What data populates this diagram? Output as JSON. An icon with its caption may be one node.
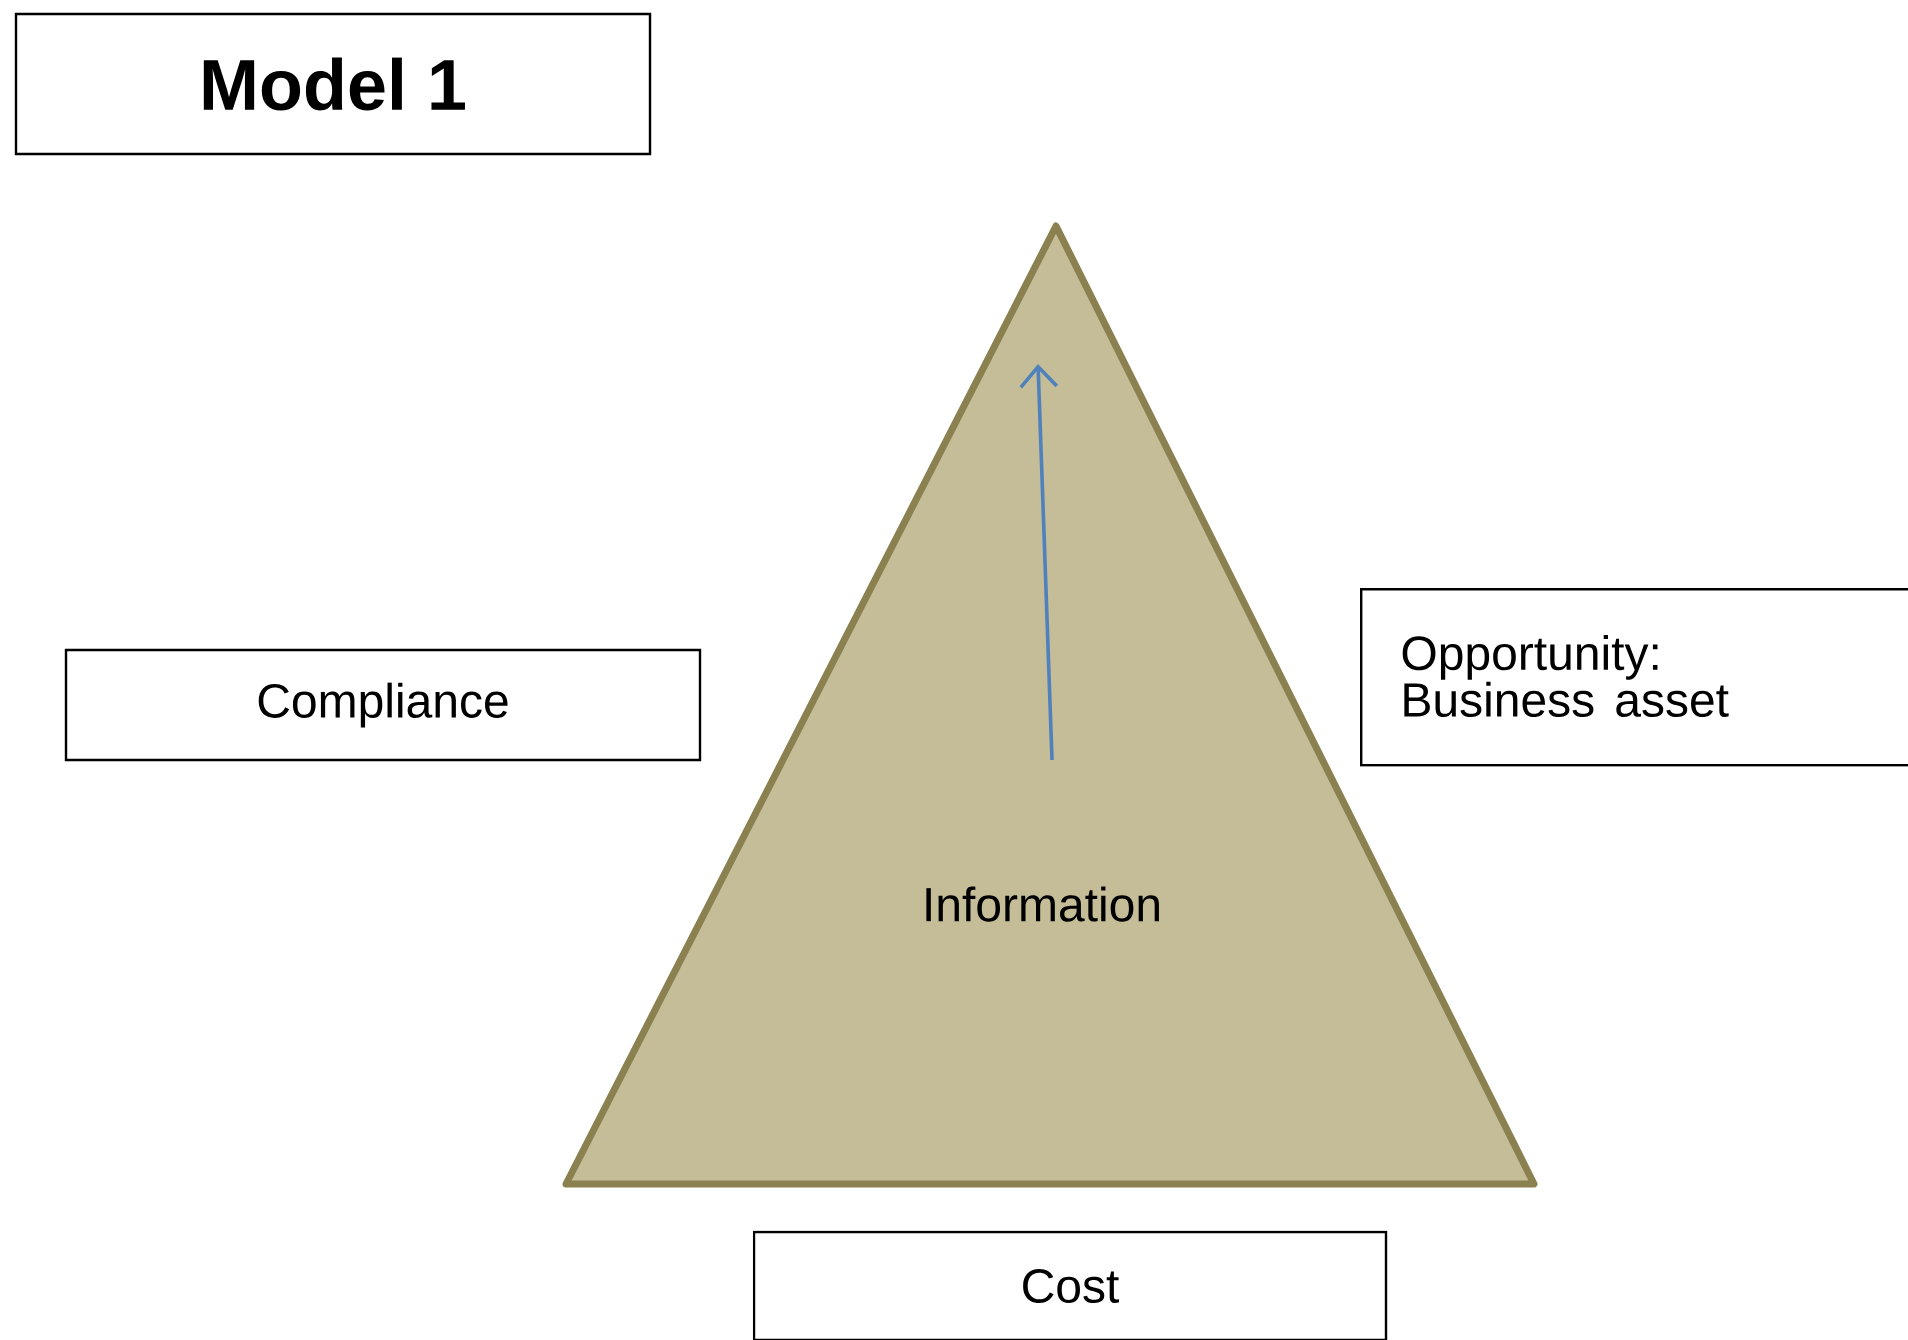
{
  "diagram": {
    "nodes": [
      {
        "text": [
          "Model 1"
        ]
      },
      {
        "text": [
          "Compliance"
        ]
      },
      {
        "text": [
          "Information"
        ]
      },
      {
        "text": [
          "Opportunity: Business asset"
        ]
      },
      {
        "text": [
          "Cost"
        ]
      }
    ]
  }
}
